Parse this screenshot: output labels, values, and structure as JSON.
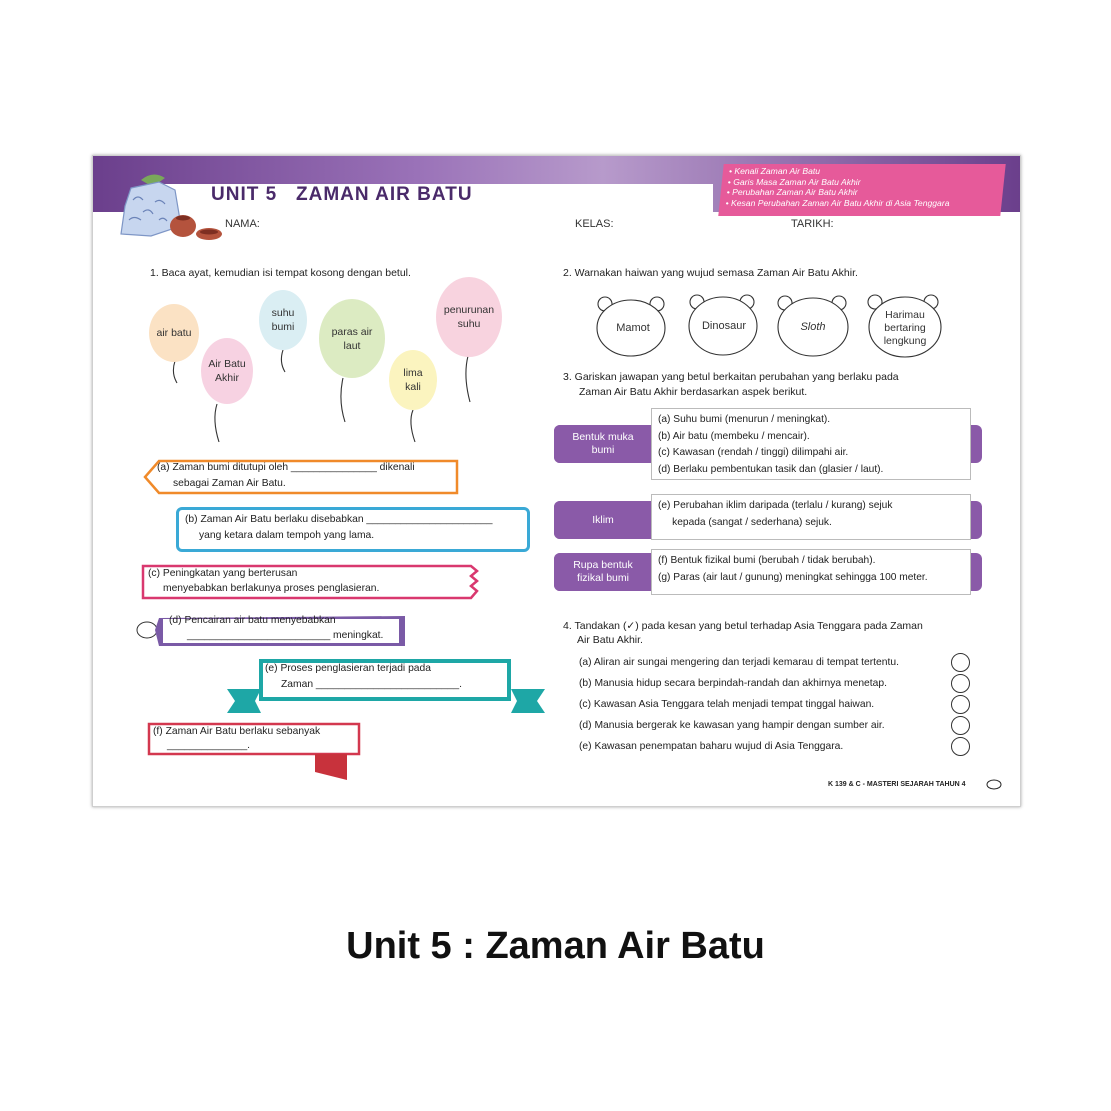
{
  "header": {
    "unit_title": "UNIT 5   ZAMAN AIR BATU",
    "topics": [
      "• Kenali Zaman Air Batu",
      "• Garis Masa Zaman Air Batu Akhir",
      "• Perubahan Zaman Air Batu Akhir",
      "• Kesan Perubahan Zaman Air Batu Akhir di Asia Tenggara"
    ],
    "nama_label": "NAMA:",
    "kelas_label": "KELAS:",
    "tarikh_label": "TARIKH:"
  },
  "q1": {
    "instruction": "1. Baca ayat, kemudian isi tempat kosong dengan betul.",
    "balloons": [
      "air batu",
      "Air Batu Akhir",
      "suhu bumi",
      "paras air laut",
      "lima kali",
      "penurunan suhu"
    ],
    "a": [
      "(a) Zaman bumi ditutupi oleh _______________  dikenali",
      "sebagai Zaman Air Batu."
    ],
    "b": [
      "(b) Zaman Air Batu berlaku disebabkan ______________________",
      "yang ketara dalam tempoh yang lama."
    ],
    "c": [
      "(c) Peningkatan                                        yang berterusan",
      "menyebabkan berlakunya proses penglasieran."
    ],
    "d": [
      "(d) Pencairan air batu menyebabkan",
      "_________________________ meningkat."
    ],
    "e": [
      "(e) Proses penglasieran terjadi pada",
      "Zaman _________________________."
    ],
    "f": [
      "(f) Zaman Air Batu berlaku sebanyak",
      "______________."
    ]
  },
  "q2": {
    "instruction": "2. Warnakan haiwan yang wujud semasa Zaman Air Batu Akhir.",
    "animals": [
      "Mamot",
      "Dinosaur",
      "Sloth",
      "Harimau bertaring lengkung"
    ]
  },
  "q3": {
    "instruction": [
      "3. Gariskan jawapan yang betul berkaitan perubahan yang berlaku pada",
      "Zaman Air Batu Akhir berdasarkan aspek berikut."
    ],
    "aspects": [
      {
        "label": "Bentuk muka bumi",
        "lines": [
          "(a) Suhu bumi (menurun / meningkat).",
          "(b) Air batu (membeku / mencair).",
          "(c) Kawasan (rendah / tinggi) dilimpahi air.",
          "(d) Berlaku pembentukan tasik dan (glasier / laut)."
        ]
      },
      {
        "label": "Iklim",
        "lines": [
          "(e) Perubahan iklim daripada (terlalu / kurang) sejuk",
          "     kepada (sangat / sederhana) sejuk."
        ]
      },
      {
        "label": "Rupa bentuk fizikal bumi",
        "lines": [
          "(f) Bentuk fizikal bumi (berubah / tidak berubah).",
          "(g) Paras (air laut / gunung) meningkat sehingga 100 meter."
        ]
      }
    ]
  },
  "q4": {
    "instruction": [
      "4. Tandakan (✓) pada kesan yang betul terhadap Asia Tenggara pada Zaman",
      "Air Batu Akhir."
    ],
    "items": [
      "(a) Aliran air sungai mengering dan terjadi kemarau di tempat tertentu.",
      "(b) Manusia hidup secara berpindah-randah dan akhirnya menetap.",
      "(c) Kawasan Asia Tenggara telah menjadi tempat tinggal haiwan.",
      "(d) Manusia bergerak ke kawasan yang hampir dengan sumber air.",
      "(e) Kawasan penempatan baharu wujud di Asia Tenggara."
    ]
  },
  "footer": "K 139 & C - MASTERI SEJARAH TAHUN 4",
  "caption": "Unit 5 : Zaman Air Batu"
}
